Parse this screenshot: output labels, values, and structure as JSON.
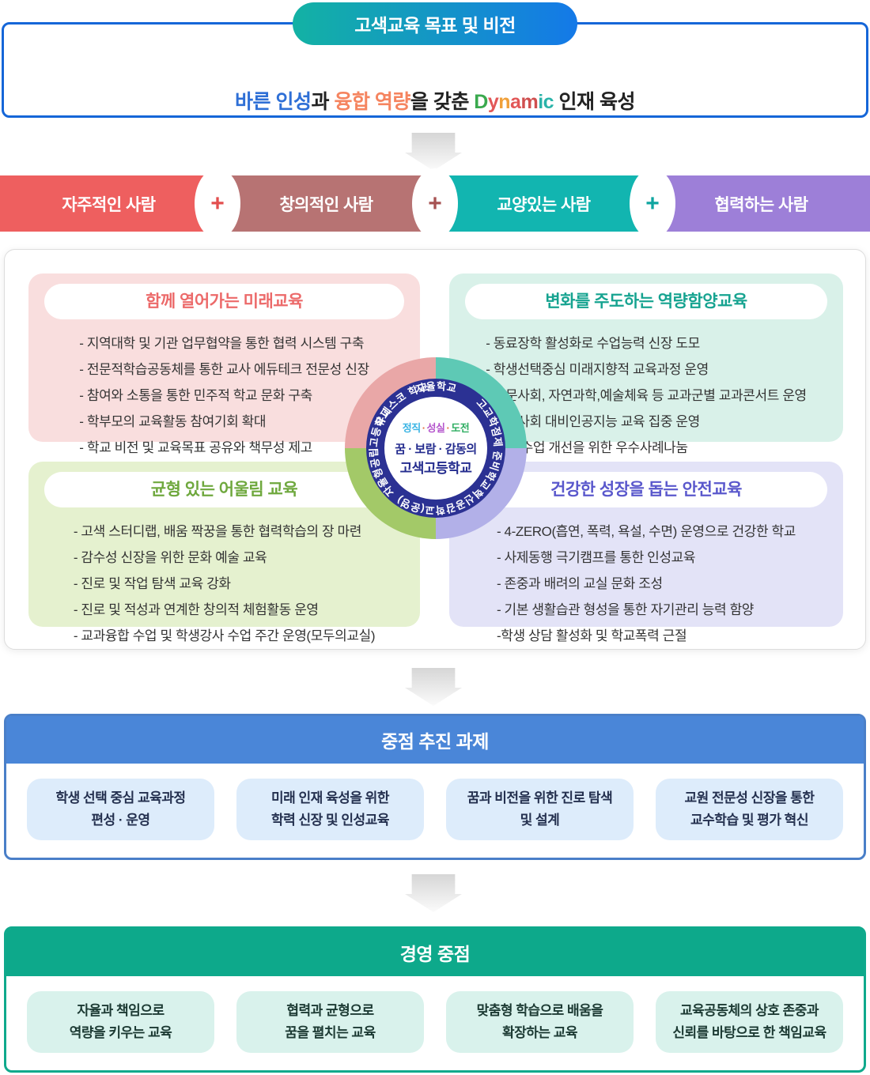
{
  "header": {
    "badge": "고색교육 목표 및 비전"
  },
  "vision": {
    "part1": "바른 인성",
    "part2": "과 ",
    "part3": "융합 역량",
    "part4": "을 갖춘 ",
    "dynamic_letters": [
      "D",
      "y",
      "n",
      "a",
      "m",
      "i",
      "c"
    ],
    "part5": " 인재 육성"
  },
  "persons": [
    {
      "label": "자주적인 사람",
      "color": "#ee5f5f"
    },
    {
      "label": "창의적인 사람",
      "color": "#b77373"
    },
    {
      "label": "교양있는 사람",
      "color": "#12b5b0"
    },
    {
      "label": "협력하는 사람",
      "color": "#9d7fd8"
    }
  ],
  "plus_sign": "+",
  "quadrants": [
    {
      "title": "함께 열어가는 미래교육",
      "items": [
        "- 지역대학 및 기관 업무협약을 통한 협력 시스템 구축",
        "- 전문적학습공동체를 통한 교사 에듀테크 전문성 신장",
        "- 참여와 소통을 통한 민주적 학교 문화 구축",
        "- 학부모의 교육활동 참여기회 확대",
        "- 학교 비전 및 교육목표 공유와 책무성 제고"
      ]
    },
    {
      "title": "변화를 주도하는 역량함양교육",
      "items": [
        "- 동료장학 활성화로 수업능력 신장 도모",
        "- 학생선택중심 미래지향적 교육과정 운영",
        "- 인문사회, 자연과학,예술체육 등 교과군별 교과콘서트 운영",
        "- 미래사회 대비인공지능 교육 집중 운영",
        "- 교실 수업 개선을 위한 우수사례나눔"
      ]
    },
    {
      "title": "균형 있는 어울림 교육",
      "items": [
        "- 고색 스터디랩, 배움 짝꿍을 통한 협력학습의 장 마련",
        "- 감수성 신장을 위한 문화 예술 교육",
        "- 진로 및 작업 탐색 교육 강화",
        "- 진로 및 적성과 연계한 창의적 체험활동 운영",
        "- 교과융합 수업 및 학생강사 수업 주간 운영(모두의교실)"
      ]
    },
    {
      "title": "건강한 성장을 돕는 안전교육",
      "items": [
        "- 4-ZERO(흡연, 폭력, 욕설, 수면) 운영으로 건강한 학교",
        "- 사제동행 극기캠프를 통한 인성교육",
        "- 존중과 배려의 교실 문화 조성",
        "- 기본 생활습관 형성을 통한 자기관리 능력 함양",
        "-학생 상담 활성화 및 학교폭력 근절"
      ]
    }
  ],
  "circle": {
    "ring_labels": {
      "top": "자율학교",
      "upper_left": "유네스코 학교",
      "right": "고교학점제 준비학교",
      "bottom": "혁신공감학교(운영)",
      "left": "자율형공립고등학교"
    },
    "values": {
      "v1": "정직",
      "v2": "성실",
      "v3": "도전",
      "separator": "·"
    },
    "slogan_line1": "꿈 · 보람 · 감동의",
    "slogan_line2": "고색고등학교"
  },
  "focus_tasks": {
    "title": "중점 추진 과제",
    "cards": [
      {
        "line1": "학생 선택 중심 교육과정",
        "line2": "편성 · 운영"
      },
      {
        "line1": "미래 인재 육성을 위한",
        "line2": "학력 신장 및 인성교육"
      },
      {
        "line1": "꿈과 비전을 위한 진로 탐색",
        "line2": "및 설계"
      },
      {
        "line1": "교원 전문성 신장을 통한",
        "line2": "교수학습 및 평가 혁신"
      }
    ]
  },
  "management": {
    "title": "경영 중점",
    "cards": [
      {
        "line1": "자율과 책임으로",
        "line2": "역량을 키우는 교육"
      },
      {
        "line1": "협력과 균형으로",
        "line2": "꿈을 펼치는 교육"
      },
      {
        "line1": "맞춤형 학습으로 배움을",
        "line2": "확장하는 교육"
      },
      {
        "line1": "교육공동체의 상호 존중과",
        "line2": "신뢰를 바탕으로 한 책임교육"
      }
    ]
  },
  "colors": {
    "vision_border": "#1566d8",
    "badge_gradient_start": "#13b2a4",
    "badge_gradient_end": "#1479e8",
    "bar_red": "#ee5f5f",
    "bar_maroon": "#b77373",
    "bar_teal": "#12b5b0",
    "bar_purple": "#9d7fd8",
    "quadrant_pink": "#f9dede",
    "quadrant_mint": "#d9f1e9",
    "quadrant_green": "#e5f1cf",
    "quadrant_lavender": "#e3e3f7",
    "ring_navy": "#2b3193",
    "focus_header": "#4a86d8",
    "management_header": "#0da98b"
  }
}
